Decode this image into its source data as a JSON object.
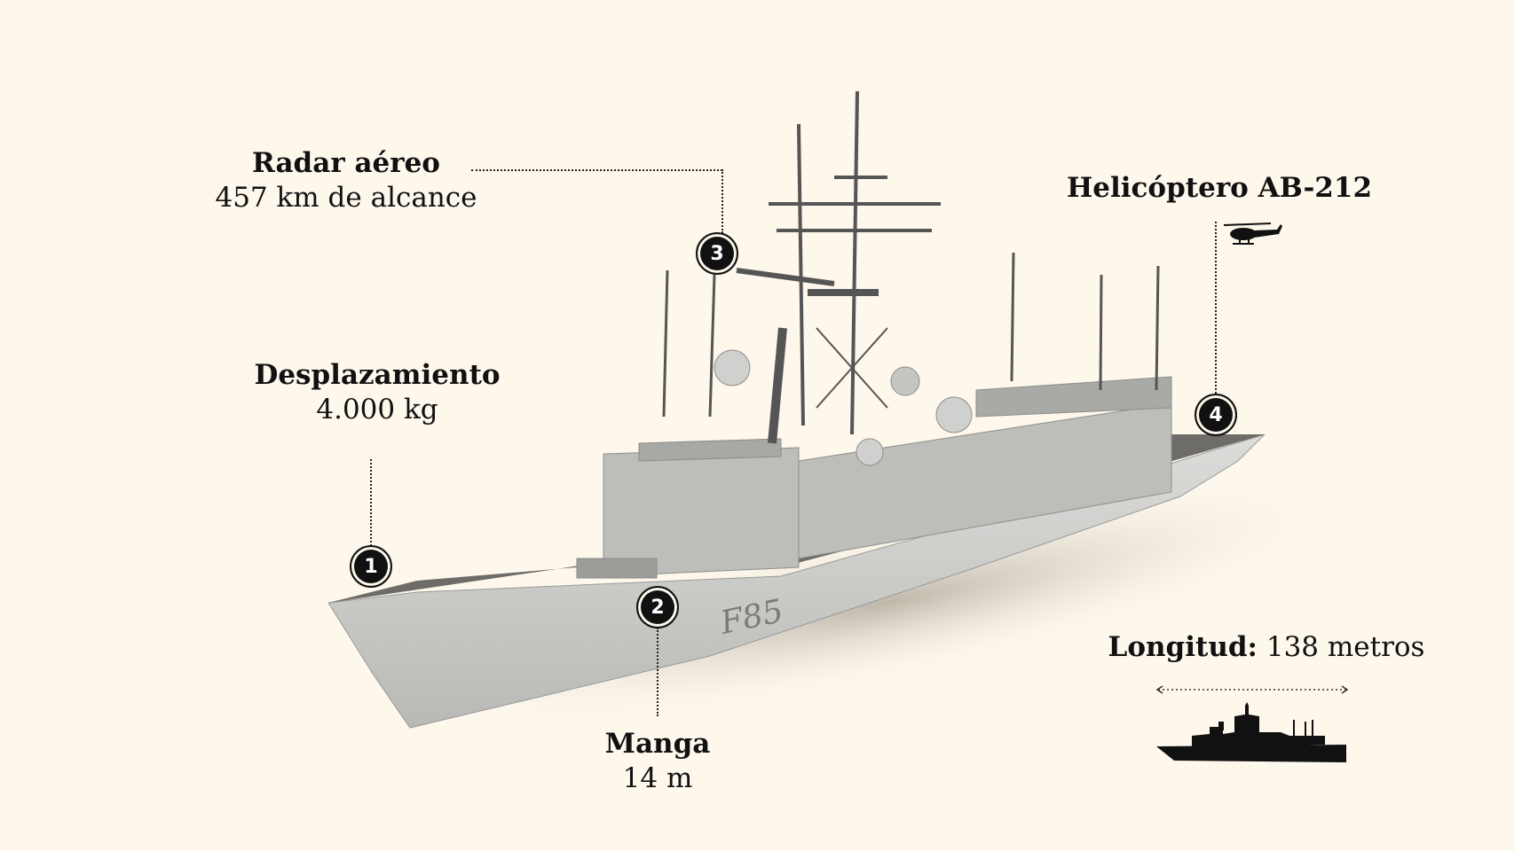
{
  "callouts": [
    {
      "number": "1",
      "title": "Desplazamiento",
      "value": "4.000 kg"
    },
    {
      "number": "2",
      "title": "Manga",
      "value": "14 m"
    },
    {
      "number": "3",
      "title": "Radar aéreo",
      "value": "457 km de alcance"
    },
    {
      "number": "4",
      "title": "Helicóptero AB-212",
      "value": ""
    }
  ],
  "ship": {
    "hull_number": "F85"
  },
  "length": {
    "label": "Longitud:",
    "value": "138 metros"
  },
  "colors": {
    "background": "#fdf7ec",
    "ink": "#111111",
    "hull": "#c9c9c7"
  }
}
